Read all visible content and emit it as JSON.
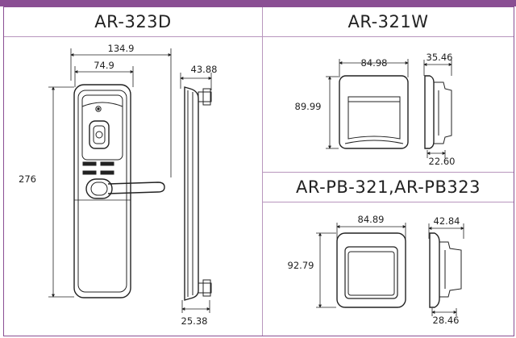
{
  "products": [
    {
      "model": "AR-323D",
      "dimensions": {
        "width_outer": "134.9",
        "width_inner": "74.9",
        "height": "276",
        "depth": "43.88",
        "depth_bottom": "25.38"
      }
    },
    {
      "model": "AR-321W",
      "dimensions": {
        "width": "84.98",
        "height": "89.99",
        "depth": "35.46",
        "depth_bottom": "22.60"
      }
    },
    {
      "model": "AR-PB-321,AR-PB323",
      "dimensions": {
        "width": "84.89",
        "height": "92.79",
        "depth": "42.84",
        "depth_bottom": "28.46"
      }
    }
  ],
  "colors": {
    "accent": "#8a4e93",
    "divider": "#b896bd",
    "line": "#222222"
  }
}
